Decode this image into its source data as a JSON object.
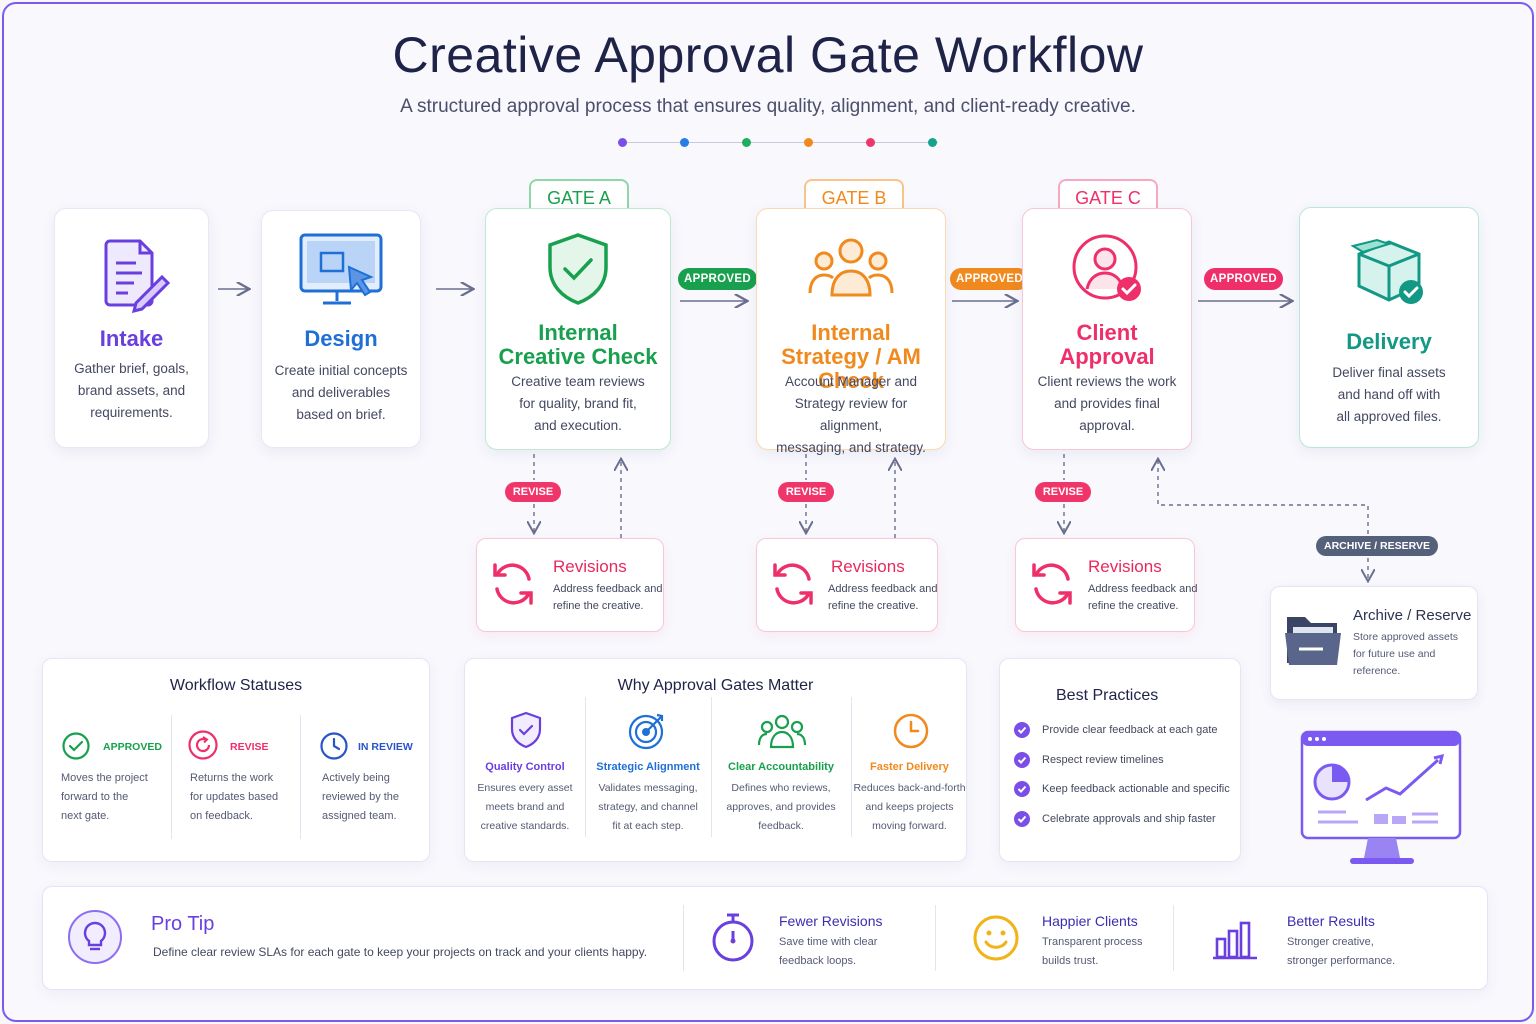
{
  "header": {
    "title": "Creative Approval Gate Workflow",
    "subtitle": "A structured approval process that ensures quality, alignment, and client-ready creative.",
    "dot_colors": [
      "#7a4fe8",
      "#2a7de1",
      "#1fae5c",
      "#f08a1e",
      "#f0356a",
      "#14a38a"
    ]
  },
  "gates": {
    "a": "GATE A",
    "b": "GATE B",
    "c": "GATE C"
  },
  "steps": [
    {
      "title": "Intake",
      "desc": [
        "Gather brief, goals,",
        "brand assets, and",
        "requirements."
      ],
      "color": "#6a3fe0",
      "icon": "document-pencil-icon"
    },
    {
      "title": "Design",
      "desc": [
        "Create initial concepts",
        "and deliverables",
        "based on brief."
      ],
      "color": "#1f6fd6",
      "icon": "monitor-cursor-icon"
    },
    {
      "title": [
        "Internal",
        "Creative Check"
      ],
      "desc": [
        "Creative team reviews",
        "for quality, brand fit,",
        "and execution."
      ],
      "color": "#18a04e",
      "icon": "shield-check-icon"
    },
    {
      "title": [
        "Internal",
        "Strategy / AM Check"
      ],
      "desc": [
        "Account Manager and",
        "Strategy review for alignment,",
        "messaging, and strategy."
      ],
      "color": "#f08a1e",
      "icon": "people-group-icon"
    },
    {
      "title": [
        "Client",
        "Approval"
      ],
      "desc": [
        "Client reviews the work",
        "and provides final",
        "approval."
      ],
      "color": "#ee2f6a",
      "icon": "client-check-icon"
    },
    {
      "title": "Delivery",
      "desc": [
        "Deliver final assets",
        "and hand off with",
        "all approved files."
      ],
      "color": "#119985",
      "icon": "box-check-icon"
    }
  ],
  "labels": {
    "approved": "APPROVED",
    "revise": "REVISE",
    "archive_reserve": "ARCHIVE / RESERVE"
  },
  "revisions": {
    "title": "Revisions",
    "desc": [
      "Address feedback and",
      "refine the creative."
    ]
  },
  "archive": {
    "title": "Archive / Reserve",
    "desc": [
      "Store approved assets",
      "for future use and",
      "reference."
    ]
  },
  "statuses": {
    "title": "Workflow Statuses",
    "items": [
      {
        "label": "APPROVED",
        "desc": [
          "Moves the project",
          "forward to the",
          "next gate."
        ],
        "color": "#18a04e",
        "icon": "check-circle-icon"
      },
      {
        "label": "REVISE",
        "desc": [
          "Returns the work",
          "for updates based",
          "on feedback."
        ],
        "color": "#ee2f6a",
        "icon": "refresh-circle-icon"
      },
      {
        "label": "IN REVIEW",
        "desc": [
          "Actively being",
          "reviewed by the",
          "assigned team."
        ],
        "color": "#2a55c9",
        "icon": "clock-circle-icon"
      }
    ]
  },
  "why": {
    "title": "Why Approval Gates Matter",
    "items": [
      {
        "label": "Quality Control",
        "desc": [
          "Ensures every asset",
          "meets brand and",
          "creative standards."
        ],
        "color": "#6a3fe0"
      },
      {
        "label": "Strategic Alignment",
        "desc": [
          "Validates messaging,",
          "strategy, and channel",
          "fit at each step."
        ],
        "color": "#1f6fd6"
      },
      {
        "label": "Clear Accountability",
        "desc": [
          "Defines who reviews,",
          "approves, and provides",
          "feedback."
        ],
        "color": "#18a04e"
      },
      {
        "label": "Faster Delivery",
        "desc": [
          "Reduces back-and-forth",
          "and keeps projects",
          "moving forward."
        ],
        "color": "#f08a1e"
      }
    ]
  },
  "best_practices": {
    "title": "Best Practices",
    "items": [
      "Provide clear feedback at each gate",
      "Respect review timelines",
      "Keep feedback actionable and specific",
      "Celebrate approvals and ship faster"
    ]
  },
  "pro_tip": {
    "title": "Pro Tip",
    "text": "Define clear review SLAs for each gate to keep your projects on track and your clients happy."
  },
  "metrics": [
    {
      "title": "Fewer Revisions",
      "desc": [
        "Save time with clear",
        "feedback loops."
      ],
      "icon": "stopwatch-icon",
      "color": "#6a3fe0"
    },
    {
      "title": "Happier Clients",
      "desc": [
        "Transparent process",
        "builds trust."
      ],
      "icon": "smiley-icon",
      "color": "#f2b316"
    },
    {
      "title": "Better Results",
      "desc": [
        "Stronger creative,",
        "stronger performance."
      ],
      "icon": "bar-chart-icon",
      "color": "#6a3fe0"
    }
  ]
}
